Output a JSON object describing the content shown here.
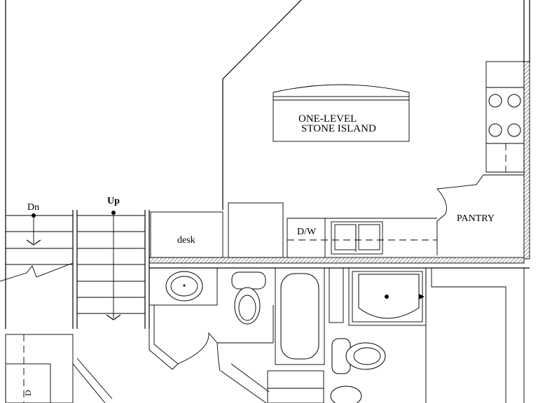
{
  "labels": {
    "island_line1": "ONE-LEVEL",
    "island_line2": "STONE ISLAND",
    "pantry": "PANTRY",
    "desk": "desk",
    "dishwasher": "D/W",
    "stairs_down": "Dn",
    "stairs_up": "Up",
    "dryer": "D"
  }
}
